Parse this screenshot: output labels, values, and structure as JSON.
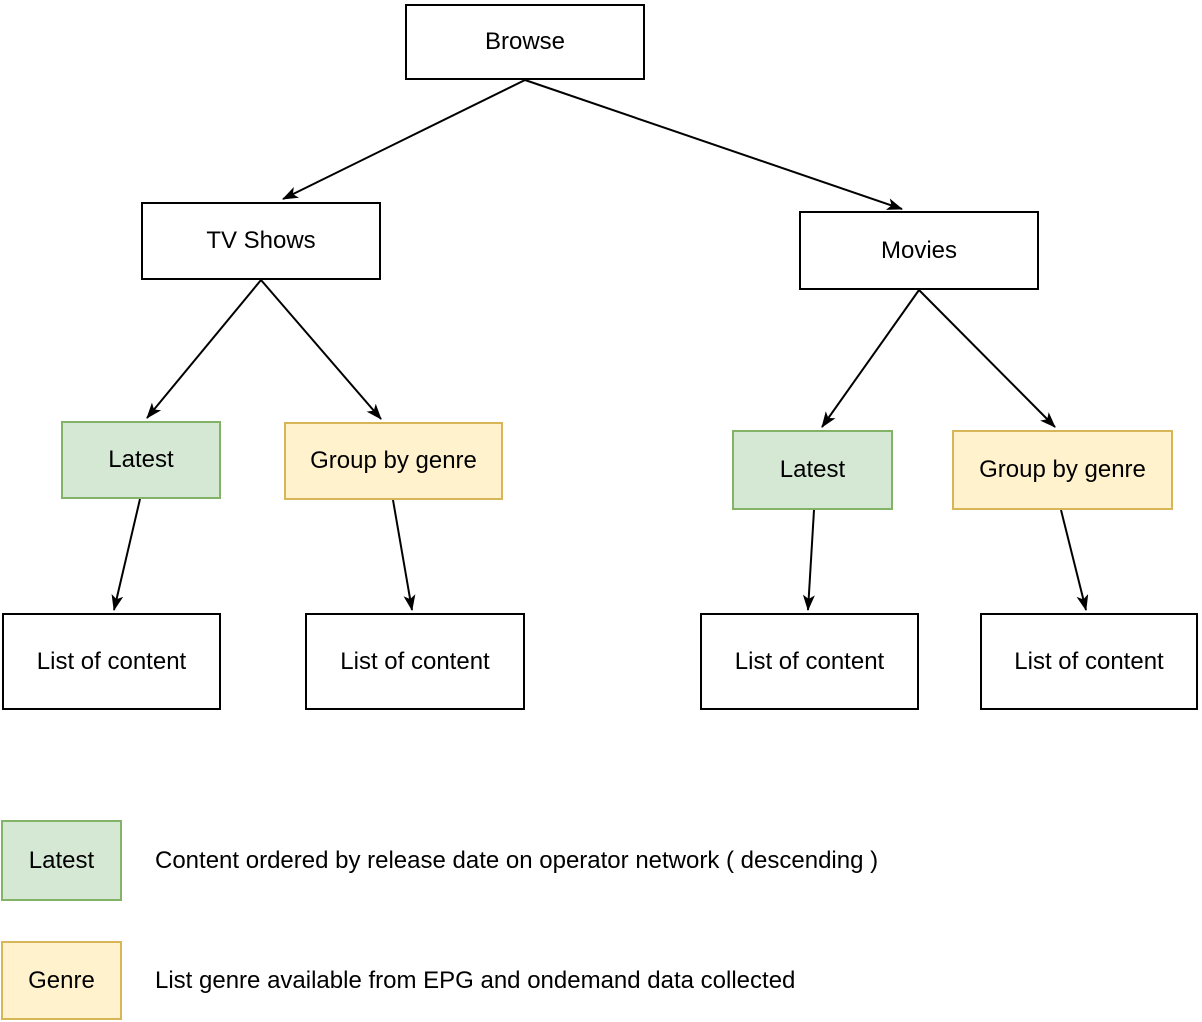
{
  "diagram": {
    "nodes": {
      "browse": {
        "label": "Browse"
      },
      "tv_shows": {
        "label": "TV Shows"
      },
      "movies": {
        "label": "Movies"
      },
      "tv_latest": {
        "label": "Latest"
      },
      "tv_genre": {
        "label": "Group by genre"
      },
      "mv_latest": {
        "label": "Latest"
      },
      "mv_genre": {
        "label": "Group by genre"
      },
      "tv_latest_list": {
        "label": "List of content"
      },
      "tv_genre_list": {
        "label": "List of content"
      },
      "mv_latest_list": {
        "label": "List of content"
      },
      "mv_genre_list": {
        "label": "List of content"
      }
    },
    "colors": {
      "node_fill": "#ffffff",
      "node_border": "#000000",
      "latest_fill": "#d5e8d4",
      "latest_border": "#82b366",
      "genre_fill": "#fff2cc",
      "genre_border": "#d6b656",
      "arrow": "#000000"
    }
  },
  "legend": {
    "items": [
      {
        "swatch_label": "Latest",
        "swatch_fill": "#d5e8d4",
        "swatch_border": "#82b366",
        "description": "Content ordered by release date on operator network ( descending )"
      },
      {
        "swatch_label": "Genre",
        "swatch_fill": "#fff2cc",
        "swatch_border": "#d6b656",
        "description": "List genre available from EPG and ondemand data collected"
      }
    ]
  }
}
